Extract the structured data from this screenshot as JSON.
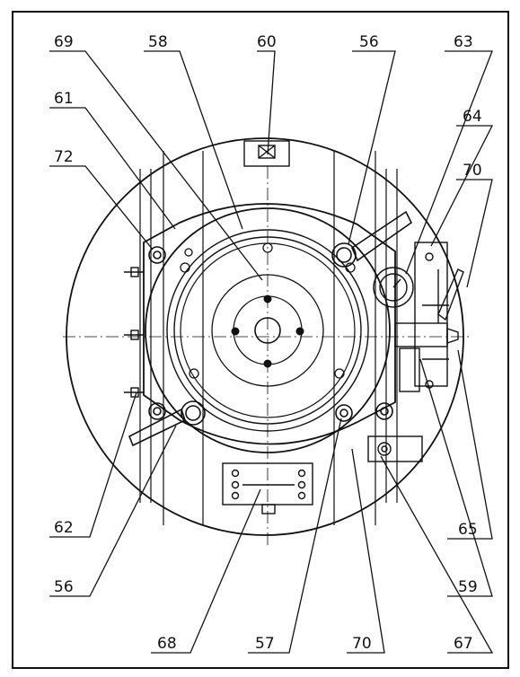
{
  "callouts": {
    "c69": "69",
    "c58": "58",
    "c60": "60",
    "c56a": "56",
    "c63": "63",
    "c61": "61",
    "c64": "64",
    "c72": "72",
    "c70a": "70",
    "c62": "62",
    "c65": "65",
    "c56b": "56",
    "c59": "59",
    "c68": "68",
    "c57": "57",
    "c70b": "70",
    "c67": "67"
  }
}
